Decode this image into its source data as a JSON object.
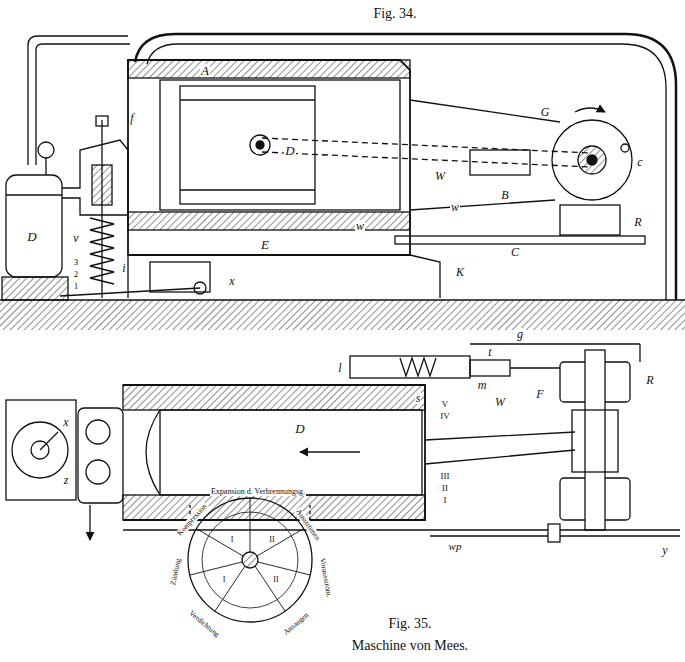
{
  "diagram": {
    "caption": "Maschine von Mees.",
    "labels": [
      "Fig. 34.",
      "D",
      "f",
      "v",
      "i",
      "3",
      "2",
      "1",
      "x",
      "A",
      "D",
      "E",
      "W",
      "w",
      "w",
      "K",
      "B",
      "C",
      "R",
      "G",
      "c",
      "g",
      "l",
      "t",
      "s",
      "m",
      "W",
      "F",
      "R",
      "V",
      "IV",
      "III",
      "II",
      "I",
      "D",
      "x",
      "z",
      "wp",
      "y",
      "Fig. 35.",
      "Expansion d. Verbrennungsg.",
      "Ausströmen",
      "Vorausström.",
      "Ansaugen",
      "Verdichtung",
      "Zündung",
      "Kompression",
      "I",
      "II",
      "I",
      "II"
    ]
  }
}
